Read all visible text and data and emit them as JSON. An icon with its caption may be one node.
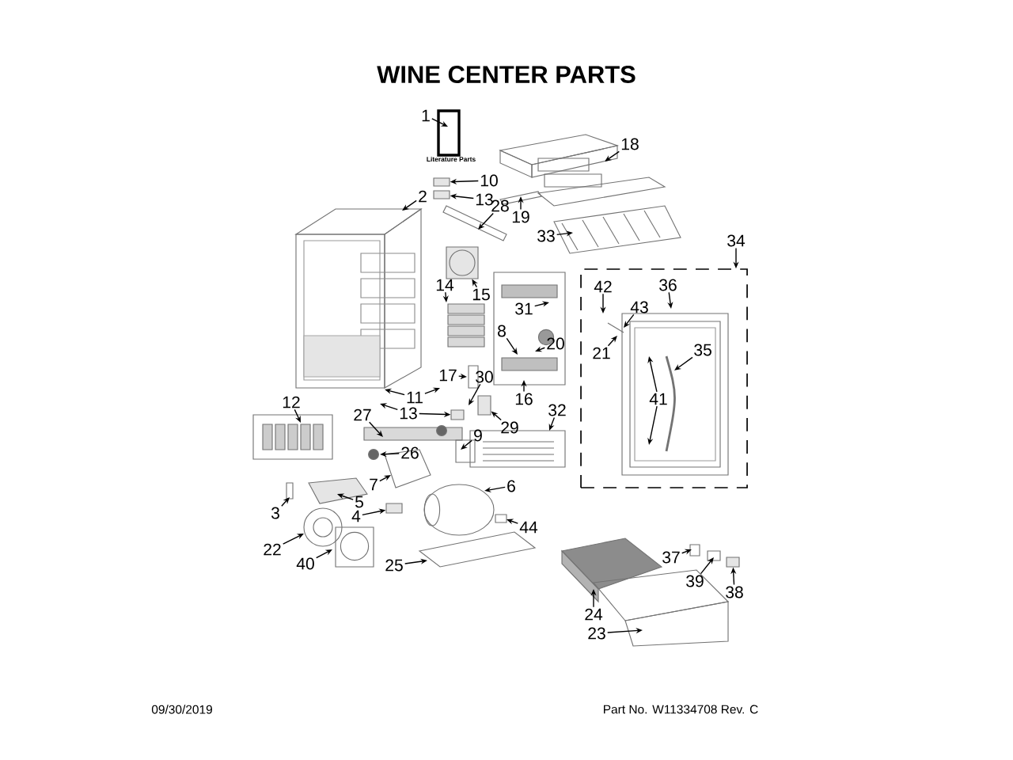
{
  "diagram": {
    "title": "WINE CENTER PARTS",
    "nodes": [
      {
        "text": [
          "1"
        ]
      },
      {
        "text": [
          "18"
        ]
      },
      {
        "text": [
          "10"
        ]
      },
      {
        "text": [
          "13"
        ]
      },
      {
        "text": [
          "2"
        ]
      },
      {
        "text": [
          "28"
        ]
      },
      {
        "text": [
          "19"
        ]
      },
      {
        "text": [
          "33"
        ]
      },
      {
        "text": [
          "34"
        ]
      },
      {
        "text": [],
        "shape": "box"
      },
      {
        "text": [
          "42"
        ],
        "in": 9
      },
      {
        "text": [
          "36"
        ],
        "in": 9
      },
      {
        "text": [
          "43"
        ],
        "in": 9
      },
      {
        "text": [
          "21"
        ],
        "in": 9
      },
      {
        "text": [
          "35"
        ],
        "in": 9
      },
      {
        "text": [
          "41"
        ],
        "in": 9
      },
      {
        "text": [
          "14"
        ]
      },
      {
        "text": [
          "15"
        ]
      },
      {
        "text": [
          "31"
        ]
      },
      {
        "text": [
          "8"
        ]
      },
      {
        "text": [
          "20"
        ]
      },
      {
        "text": [
          "17"
        ]
      },
      {
        "text": [
          "30"
        ]
      },
      {
        "text": [
          "11"
        ]
      },
      {
        "text": [
          "16"
        ]
      },
      {
        "text": [
          "12"
        ]
      },
      {
        "text": [
          "32"
        ]
      },
      {
        "text": [
          "27"
        ]
      },
      {
        "text": [
          "13"
        ]
      },
      {
        "text": [
          "29"
        ]
      },
      {
        "text": [
          "26"
        ]
      },
      {
        "text": [
          "9"
        ]
      },
      {
        "text": [
          "6"
        ]
      },
      {
        "text": [
          "7"
        ]
      },
      {
        "text": [
          "5"
        ]
      },
      {
        "text": [
          "3"
        ]
      },
      {
        "text": [
          "4"
        ]
      },
      {
        "text": [
          "44"
        ]
      },
      {
        "text": [
          "22"
        ]
      },
      {
        "text": [
          "40"
        ]
      },
      {
        "text": [
          "25"
        ]
      },
      {
        "text": [
          "37"
        ]
      },
      {
        "text": [
          "39"
        ]
      },
      {
        "text": [
          "24"
        ]
      },
      {
        "text": [
          "38"
        ]
      },
      {
        "text": [
          "23"
        ]
      },
      {
        "text": [],
        "shape": "box"
      },
      {
        "text": [],
        "shape": "box"
      },
      {
        "text": [],
        "shape": "picture"
      },
      {
        "text": [],
        "shape": "box"
      },
      {
        "text": [],
        "shape": "box"
      },
      {
        "text": [],
        "shape": "box"
      },
      {
        "text": [],
        "shape": "box"
      }
    ],
    "edges": [
      {
        "from": 0,
        "to": null,
        "arrow": "to"
      },
      {
        "from": 1,
        "to": null,
        "arrow": "to"
      },
      {
        "from": 2,
        "to": 46,
        "arrow": "to"
      },
      {
        "from": 3,
        "to": 47,
        "arrow": "to"
      },
      {
        "from": 4,
        "to": null,
        "arrow": "to"
      },
      {
        "from": 5,
        "to": null,
        "arrow": "to"
      },
      {
        "from": 6,
        "to": null,
        "arrow": "to"
      },
      {
        "from": 7,
        "to": null,
        "arrow": "to"
      },
      {
        "from": 8,
        "to": 9,
        "arrow": "to"
      },
      {
        "from": 10,
        "to": null,
        "arrow": "to"
      },
      {
        "from": 11,
        "to": null,
        "arrow": "to"
      },
      {
        "from": 12,
        "to": null,
        "arrow": "to"
      },
      {
        "from": 13,
        "to": null,
        "arrow": "to"
      },
      {
        "from": 14,
        "to": null,
        "arrow": "to"
      },
      {
        "from": 15,
        "to": null,
        "arrow": "to"
      },
      {
        "from": 15,
        "to": null,
        "arrow": "to"
      },
      {
        "from": 16,
        "to": null,
        "arrow": "to"
      },
      {
        "from": 17,
        "to": 48,
        "arrow": "to"
      },
      {
        "from": 18,
        "to": null,
        "arrow": "to"
      },
      {
        "from": 19,
        "to": null,
        "arrow": "to"
      },
      {
        "from": 20,
        "to": null,
        "arrow": "to"
      },
      {
        "from": 21,
        "to": null,
        "arrow": "to"
      },
      {
        "from": 22,
        "to": null,
        "arrow": "to"
      },
      {
        "from": 23,
        "to": null,
        "arrow": "to"
      },
      {
        "from": 23,
        "to": null,
        "arrow": "to"
      },
      {
        "from": 24,
        "to": null,
        "arrow": "to"
      },
      {
        "from": 25,
        "to": null,
        "arrow": "to"
      },
      {
        "from": 26,
        "to": null,
        "arrow": "to"
      },
      {
        "from": 27,
        "to": null,
        "arrow": "to"
      },
      {
        "from": 28,
        "to": null,
        "arrow": "to"
      },
      {
        "from": 28,
        "to": 49,
        "arrow": "to"
      },
      {
        "from": 29,
        "to": 50,
        "arrow": "to"
      },
      {
        "from": 30,
        "to": null,
        "arrow": "to"
      },
      {
        "from": 31,
        "to": null,
        "arrow": "to"
      },
      {
        "from": 32,
        "to": null,
        "arrow": "to"
      },
      {
        "from": 33,
        "to": null,
        "arrow": "to"
      },
      {
        "from": 34,
        "to": null,
        "arrow": "to"
      },
      {
        "from": 35,
        "to": null,
        "arrow": "to"
      },
      {
        "from": 36,
        "to": 51,
        "arrow": "to"
      },
      {
        "from": 37,
        "to": null,
        "arrow": "to"
      },
      {
        "from": 38,
        "to": null,
        "arrow": "to"
      },
      {
        "from": 39,
        "to": null,
        "arrow": "to"
      },
      {
        "from": 40,
        "to": null,
        "arrow": "to"
      },
      {
        "from": 41,
        "to": null,
        "arrow": "to"
      },
      {
        "from": 42,
        "to": null,
        "arrow": "to"
      },
      {
        "from": 43,
        "to": null,
        "arrow": "to"
      },
      {
        "from": 44,
        "to": 52,
        "arrow": "to"
      },
      {
        "from": 45,
        "to": null,
        "arrow": "to"
      }
    ],
    "labels": [
      "Literature Parts",
      "09/30/2019",
      "Part No. W11334708 Rev. C"
    ]
  }
}
